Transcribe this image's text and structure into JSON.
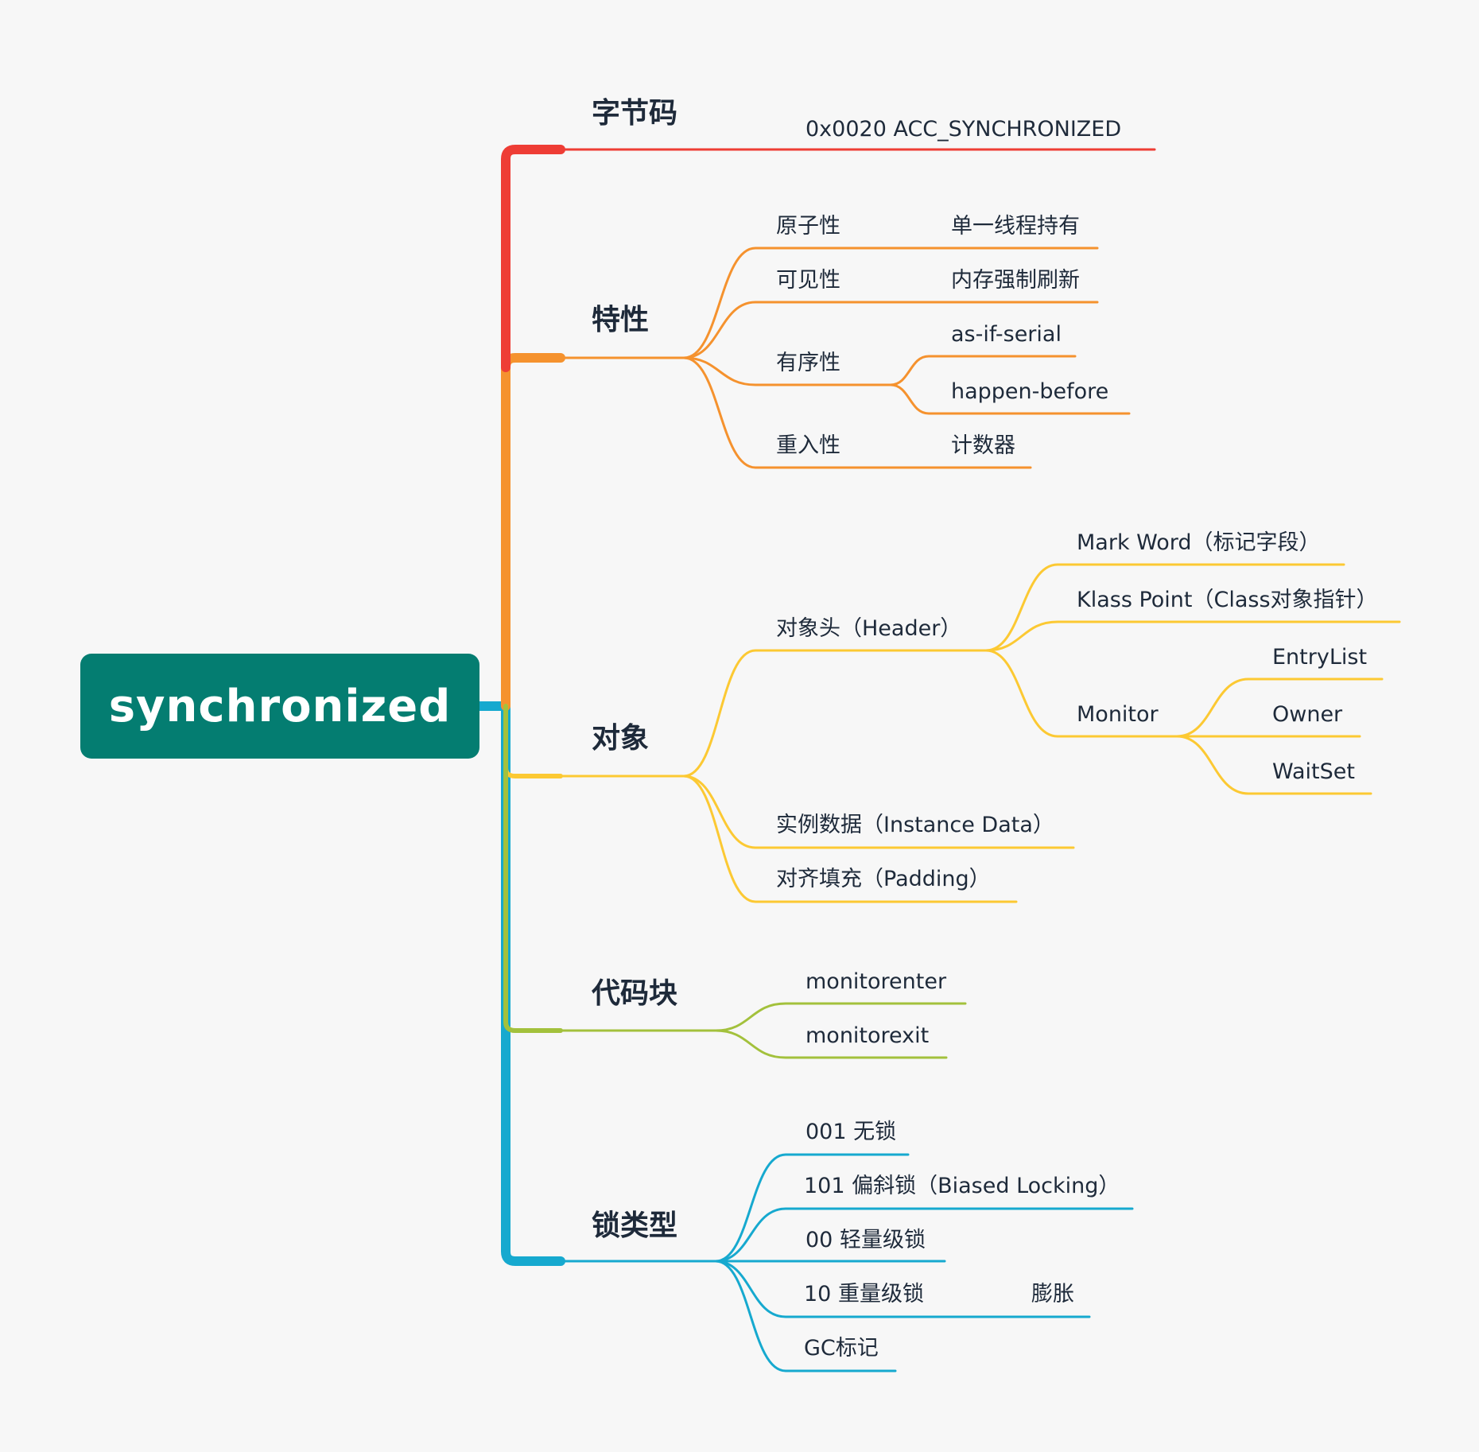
{
  "root": {
    "label": "synchronized",
    "color": "#047d71"
  },
  "colors": {
    "bytecode": "#ee3d35",
    "features": "#f5922e",
    "object": "#fcc933",
    "codeblock": "#a3c13c",
    "lock": "#16a9cf"
  },
  "branches": {
    "bytecode": {
      "label": "字节码",
      "items": {
        "flag": "0x0020 ACC_SYNCHRONIZED"
      }
    },
    "features": {
      "label": "特性",
      "atomicity": {
        "label": "原子性",
        "note": "单一线程持有"
      },
      "visibility": {
        "label": "可见性",
        "note": "内存强制刷新"
      },
      "ordering": {
        "label": "有序性",
        "children": [
          "as-if-serial",
          "happen-before"
        ]
      },
      "reentrancy": {
        "label": "重入性",
        "note": "计数器"
      }
    },
    "object": {
      "label": "对象",
      "header": {
        "label": "对象头（Header）",
        "mark_word": "Mark Word（标记字段）",
        "klass_point": "Klass Point（Class对象指针）",
        "monitor": {
          "label": "Monitor",
          "children": [
            "EntryList",
            "Owner",
            "WaitSet"
          ]
        }
      },
      "instance_data": "实例数据（Instance Data）",
      "padding": "对齐填充（Padding）"
    },
    "codeblock": {
      "label": "代码块",
      "children": [
        "monitorenter",
        "monitorexit"
      ]
    },
    "lock": {
      "label": "锁类型",
      "children": [
        "001 无锁",
        "101 偏斜锁（Biased Locking）",
        "00 轻量级锁",
        "10 重量级锁",
        "GC标记"
      ],
      "heavy_note": "膨胀"
    }
  }
}
